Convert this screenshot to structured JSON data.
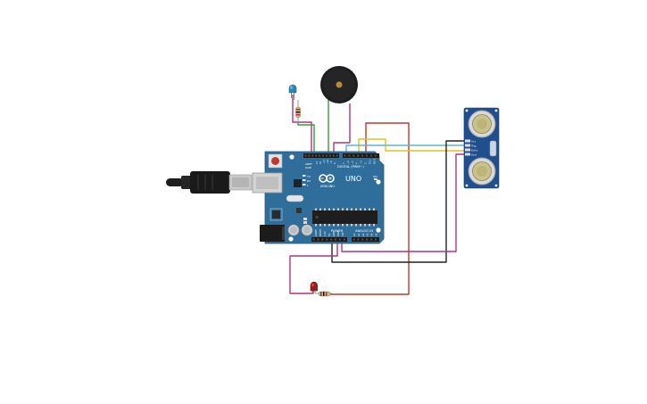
{
  "board": {
    "brand": "ARDUINO",
    "model": "UNO",
    "header_digital": "DIGITAL (PWM~)",
    "header_power": "POWER",
    "header_analog": "ANALOG IN",
    "label_tx": "TX",
    "label_rx": "RX",
    "label_l": "L",
    "label_on": "ON",
    "label_aref": "AREF",
    "label_gnd": "GND",
    "label_ioref": "IOREF",
    "label_reset": "RESET",
    "label_3v3": "3.3V",
    "label_5v": "5V",
    "label_vin": "VIN",
    "digital_pins": [
      "13",
      "12",
      "~11",
      "~10",
      "~9",
      "8",
      "7",
      "~6",
      "~5",
      "4",
      "~3",
      "2",
      "TX 1",
      "RX 0"
    ],
    "analog_pins": [
      "A0",
      "A1",
      "A2",
      "A3",
      "A4",
      "A5"
    ]
  },
  "sensor": {
    "pin_labels": [
      "Vcc",
      "Trig",
      "Echo",
      "Gnd"
    ]
  },
  "colors": {
    "board": "#2f6e9b",
    "wire_red": "#c0392b",
    "wire_magenta": "#b2337f",
    "wire_green": "#3a9d3a",
    "wire_yellow": "#e2c21b",
    "wire_cyan": "#5fb6c9",
    "wire_black": "#222222",
    "led_blue": "#2a87b8",
    "led_red": "#9e1b1b",
    "sensor_board": "#1f4f8f"
  }
}
